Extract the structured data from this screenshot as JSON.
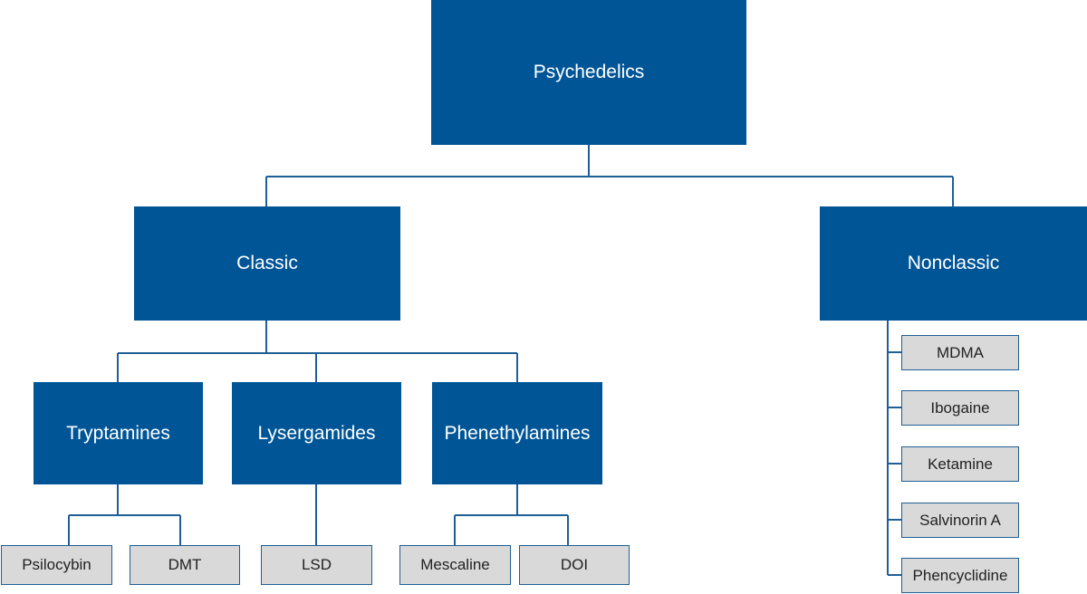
{
  "diagram": {
    "root": "Psychedelics",
    "groups": {
      "classic": "Classic",
      "nonclassic": "Nonclassic"
    },
    "classes": {
      "tryptamines": "Tryptamines",
      "lysergamides": "Lysergamides",
      "phenethylamines": "Phenethylamines"
    },
    "compounds": {
      "psilocybin": "Psilocybin",
      "dmt": "DMT",
      "lsd": "LSD",
      "mescaline": "Mescaline",
      "doi": "DOI",
      "mdma": "MDMA",
      "ibogaine": "Ibogaine",
      "ketamine": "Ketamine",
      "salvinorin_a": "Salvinorin A",
      "phencyclidine": "Phencyclidine"
    }
  },
  "colors": {
    "node_fill": "#005596",
    "leaf_fill": "#d9d9d9",
    "line": "#1f5f96"
  }
}
